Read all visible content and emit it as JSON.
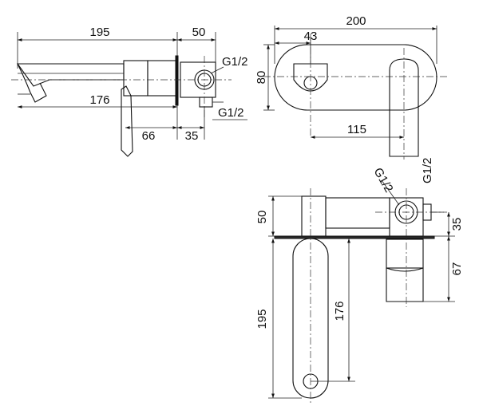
{
  "side_view": {
    "dims": {
      "spout_length": "195",
      "body_depth": "50",
      "spout_reach": "176",
      "handle_offset": "66",
      "box_offset": "35"
    },
    "thread_top": "G1/2",
    "thread_bottom": "G1/2"
  },
  "top_view": {
    "dims": {
      "plate_width": "200",
      "spout_offset": "43",
      "plate_height": "80",
      "handle_offset": "115"
    }
  },
  "front_view": {
    "dims": {
      "body_height": "50",
      "box_depth": "35",
      "box_height": "67",
      "spout_length": "195",
      "spout_reach": "176"
    },
    "thread_left": "G1/2",
    "thread_right": "G1/2"
  }
}
